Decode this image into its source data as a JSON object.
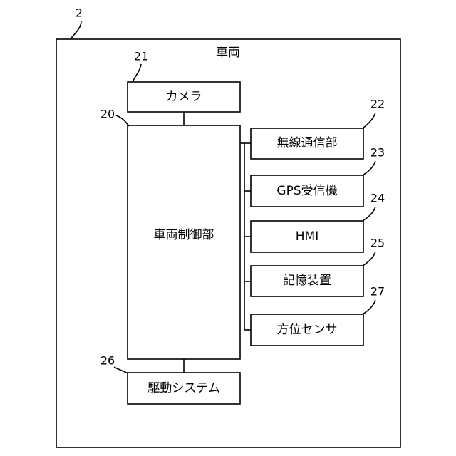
{
  "outer": {
    "ref": "2",
    "title": "車両"
  },
  "camera": {
    "ref": "21",
    "label": "カメラ"
  },
  "controller": {
    "ref": "20",
    "label": "車両制御部"
  },
  "wireless": {
    "ref": "22",
    "label": "無線通信部"
  },
  "gps": {
    "ref": "23",
    "label": "GPS受信機"
  },
  "hmi": {
    "ref": "24",
    "label": "HMI"
  },
  "storage": {
    "ref": "25",
    "label": "記憶装置"
  },
  "orientation": {
    "ref": "27",
    "label": "方位センサ"
  },
  "drive": {
    "ref": "26",
    "label": "駆動システム"
  }
}
